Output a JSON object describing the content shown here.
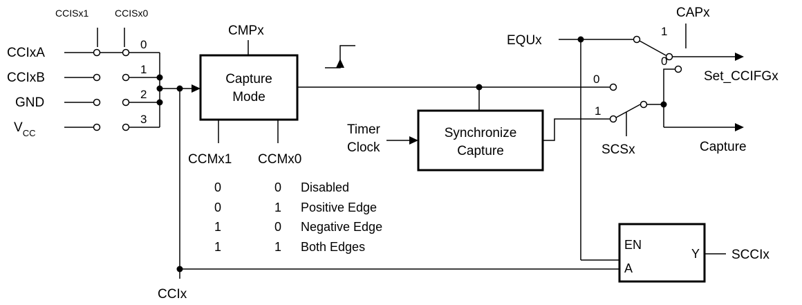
{
  "mux": {
    "select_labels": [
      "CCISx1",
      "CCISx0"
    ],
    "inputs": [
      "CCIxA",
      "CCIxB",
      "GND"
    ],
    "vcc": {
      "main": "V",
      "sub": "CC"
    },
    "input_numbers": [
      "0",
      "1",
      "2",
      "3"
    ]
  },
  "capture_mode": {
    "title": [
      "Capture",
      "Mode"
    ],
    "top_label": "CMPx",
    "bottom_labels": [
      "CCMx1",
      "CCMx0"
    ]
  },
  "mode_table": [
    {
      "ccmx1": "0",
      "ccmx0": "0",
      "label": "Disabled"
    },
    {
      "ccmx1": "0",
      "ccmx1_dummy": "",
      "ccmx0": "1",
      "label": "Positive Edge"
    },
    {
      "ccmx1": "1",
      "ccmx0": "0",
      "label": "Negative Edge"
    },
    {
      "ccmx1": "1",
      "ccmx0": "1",
      "label": "Both Edges"
    }
  ],
  "sync": {
    "title": [
      "Synchronize",
      "Capture"
    ],
    "clock_label": [
      "Timer",
      "Clock"
    ]
  },
  "signals": {
    "equ": "EQUx",
    "cap": "CAPx",
    "set_ccifg": "Set_CCIFGx",
    "scs": "SCSx",
    "capture": "Capture",
    "ccix": "CCIx",
    "sccix": "SCCIx"
  },
  "switch_positions": {
    "cap": [
      "1",
      "0"
    ],
    "scs": [
      "0",
      "1"
    ]
  },
  "latch": {
    "en": "EN",
    "a": "A",
    "y": "Y"
  }
}
